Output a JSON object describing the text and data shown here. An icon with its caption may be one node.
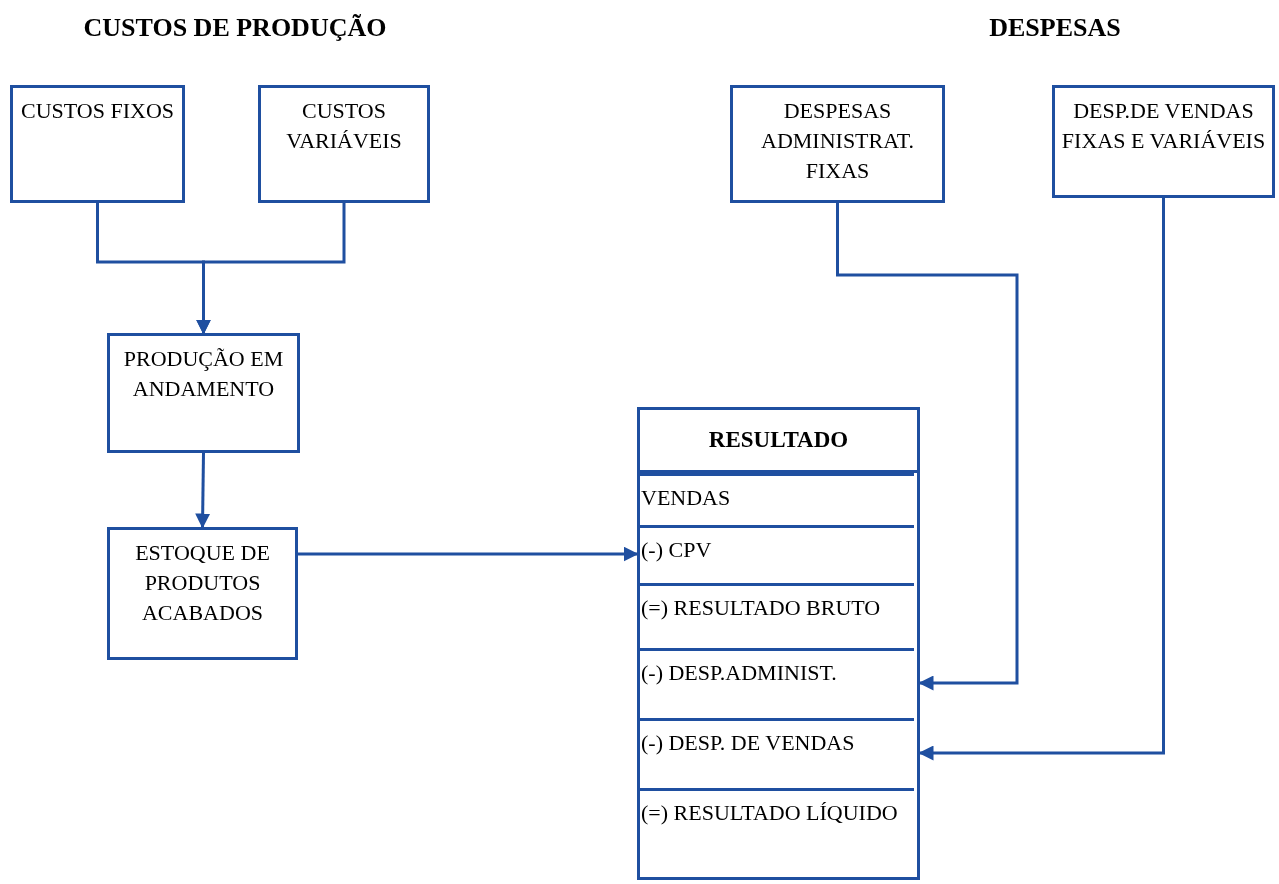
{
  "diagram": {
    "nodes": [
      {
        "text": [
          "CUSTOS FIXOS"
        ]
      },
      {
        "text": [
          "CUSTOS VARIÁVEIS"
        ]
      },
      {
        "text": [
          "PRODUÇÃO EM ANDAMENTO"
        ]
      },
      {
        "text": [
          "ESTOQUE DE PRODUTOS ACABADOS"
        ]
      },
      {
        "text": [
          "DESPESAS ADMINISTRAT. FIXAS"
        ]
      },
      {
        "text": [
          "DESP.DE VENDAS FIXAS E VARIÁVEIS"
        ]
      },
      {
        "text": [
          "RESULTADO"
        ]
      },
      {
        "text": [
          "VENDAS"
        ],
        "in": 6
      },
      {
        "text": [
          "(-) CPV"
        ],
        "in": 6
      },
      {
        "text": [
          "(=) RESULTADO BRUTO"
        ],
        "in": 6
      },
      {
        "text": [
          "(-) DESP.ADMINIST."
        ],
        "in": 6
      },
      {
        "text": [
          "(-) DESP. DE VENDAS"
        ],
        "in": 6
      },
      {
        "text": [
          "(=) RESULTADO LÍQUIDO"
        ],
        "in": 6
      }
    ],
    "edges": [
      {
        "from": 0,
        "to": 2,
        "arrow": "to"
      },
      {
        "from": 1,
        "to": 2,
        "arrow": "to"
      },
      {
        "from": 2,
        "to": 3,
        "arrow": "to"
      },
      {
        "from": 3,
        "to": 8,
        "arrow": "to"
      },
      {
        "from": 4,
        "to": 10,
        "arrow": "to"
      },
      {
        "from": 5,
        "to": 11,
        "arrow": "to"
      }
    ],
    "labels": [
      "CUSTOS DE PRODUÇÃO",
      "DESPESAS"
    ]
  }
}
